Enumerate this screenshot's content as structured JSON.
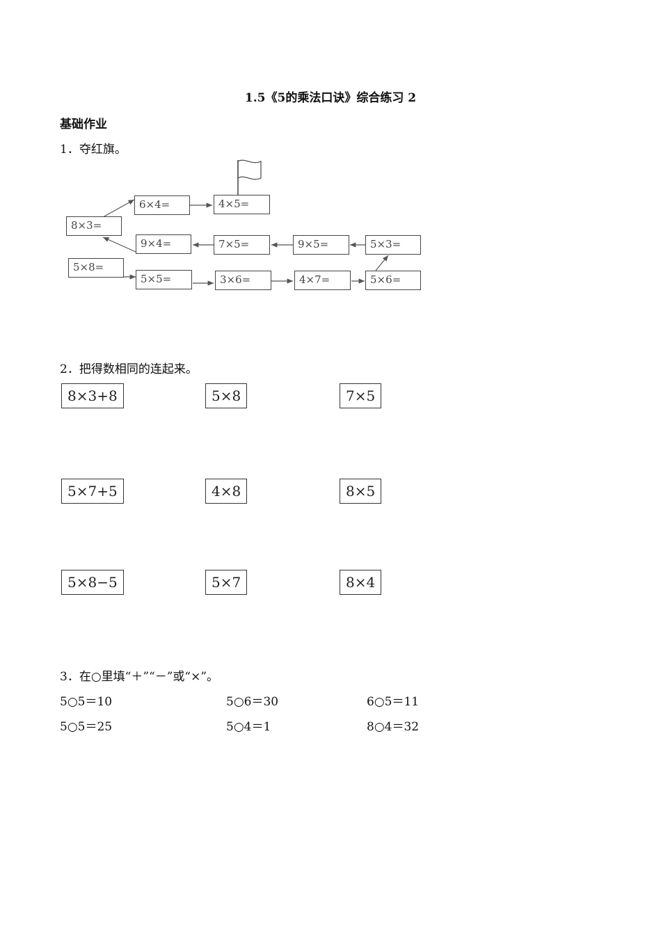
{
  "title": "1.5《5的乘法口诀》综合练习 2",
  "section_heading": "基础作业",
  "q1": {
    "label": "1．夺红旗。",
    "boxes": [
      {
        "id": "b1",
        "text": "6×4="
      },
      {
        "id": "b2",
        "text": "4×5="
      },
      {
        "id": "b3",
        "text": "8×3="
      },
      {
        "id": "b4",
        "text": "9×4="
      },
      {
        "id": "b5",
        "text": "7×5="
      },
      {
        "id": "b6",
        "text": "9×5="
      },
      {
        "id": "b7",
        "text": "5×3="
      },
      {
        "id": "b8",
        "text": "5×8="
      },
      {
        "id": "b9",
        "text": "5×5="
      },
      {
        "id": "b10",
        "text": "3×6="
      },
      {
        "id": "b11",
        "text": "4×7="
      },
      {
        "id": "b12",
        "text": "5×6="
      }
    ]
  },
  "q2": {
    "label": "2．把得数相同的连起来。",
    "rows": [
      [
        "8×3+8",
        "5×8",
        "7×5"
      ],
      [
        "5×7+5",
        "4×8",
        "8×5"
      ],
      [
        "5×8−5",
        "5×7",
        "8×4"
      ]
    ]
  },
  "q3": {
    "label": "3．在○里填“＋”“－”或“×”。",
    "rows": [
      [
        "5○5＝10",
        "5○6＝30",
        "6○5＝11"
      ],
      [
        "5○5＝25",
        "5○4＝1",
        "8○4＝32"
      ]
    ]
  }
}
